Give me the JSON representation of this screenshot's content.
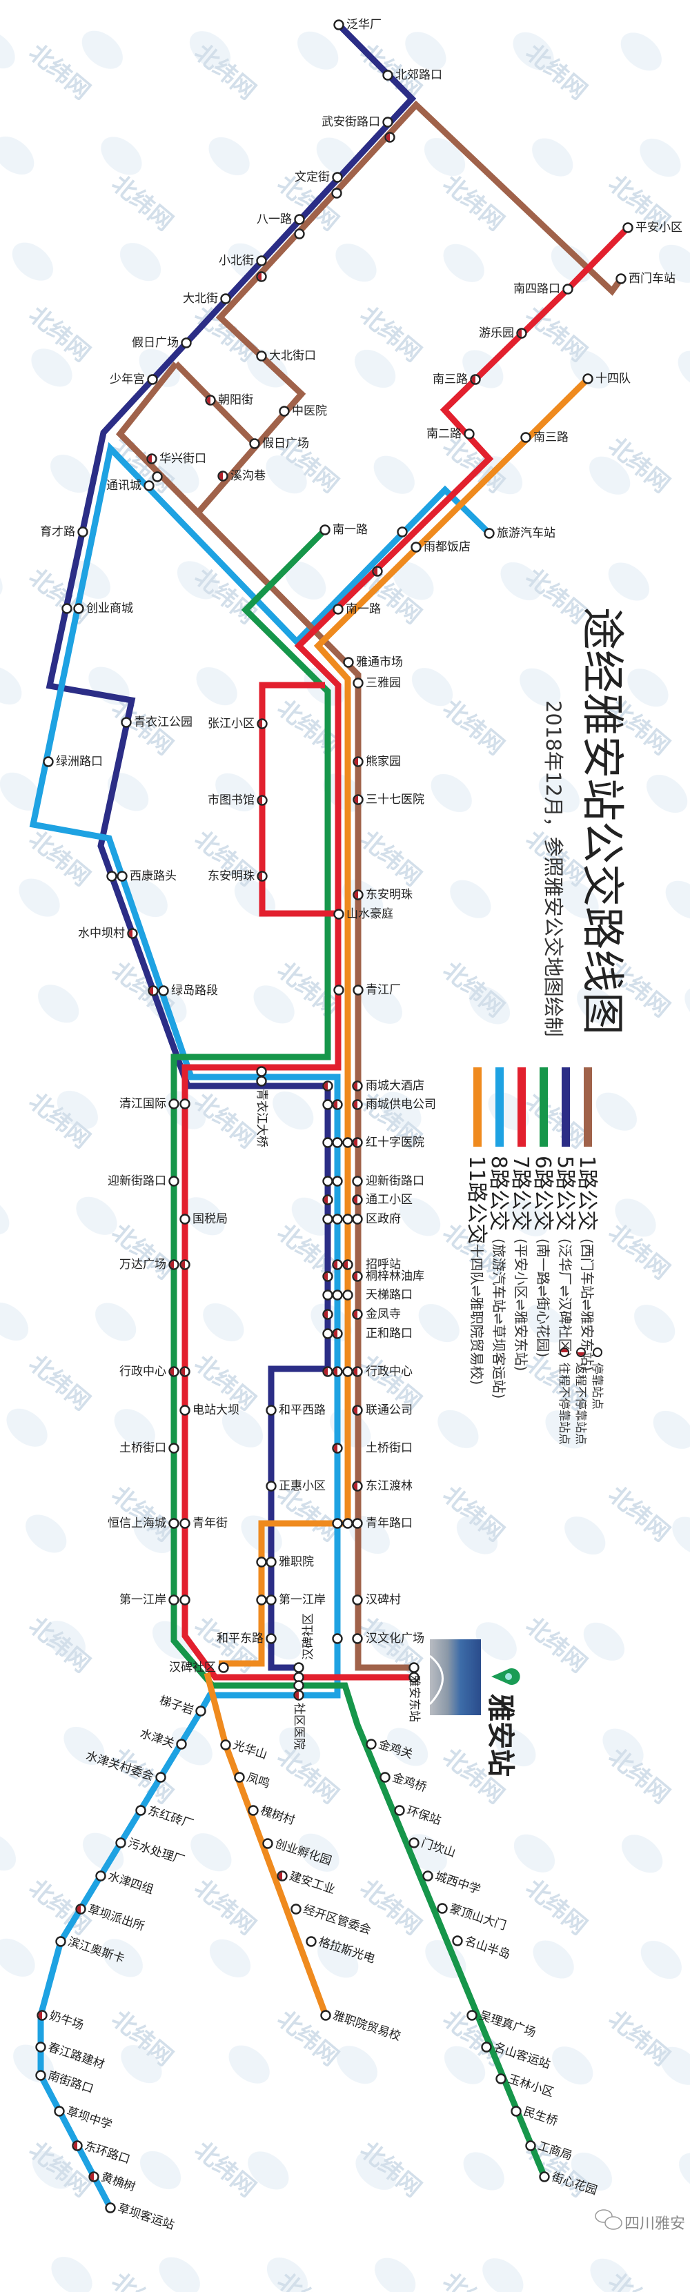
{
  "title": "途经雅安站公交路线图",
  "subtitle": "2018年12月，参照雅安公交地图绘制",
  "watermark": "北纬网",
  "logo_text": "四川雅安",
  "station_name": "雅安站",
  "routes": [
    {
      "label": "1路公交",
      "terminals": "(西门车站⇌雅安东站)",
      "color": "#a0624a"
    },
    {
      "label": "5路公交",
      "terminals": "(泛华厂⇌汉碑社区)",
      "color": "#2b2d86"
    },
    {
      "label": "6路公交",
      "terminals": "(南一路⇌街心花园)",
      "color": "#16964a"
    },
    {
      "label": "7路公交",
      "terminals": "(平安小区⇌雅安东站)",
      "color": "#e2202e"
    },
    {
      "label": "8路公交",
      "terminals": "(旅游汽车站⇌草坝客运站)",
      "color": "#1ea2e2"
    },
    {
      "label": "11路公交",
      "terminals": "(十四队⇌雅职院贸易校)",
      "color": "#ef8a1e"
    }
  ],
  "marker_legend": [
    {
      "label": "停靠站点",
      "marker": "stop"
    },
    {
      "label": "返程不停靠站点",
      "marker": "partial-return"
    },
    {
      "label": "往程不停靠站点",
      "marker": "partial-outbound"
    }
  ],
  "stations": [
    {
      "name": "泛华厂",
      "marker": "stop"
    },
    {
      "name": "北郊路口",
      "marker": "stop"
    },
    {
      "name": "武安街路口",
      "marker": "stop"
    },
    {
      "name": "文定街",
      "marker": "stop"
    },
    {
      "name": "八一路",
      "marker": "stop"
    },
    {
      "name": "小北街",
      "marker": "stop"
    },
    {
      "name": "大北街",
      "marker": "stop"
    },
    {
      "name": "假日广场",
      "marker": "stop"
    },
    {
      "name": "少年宫",
      "marker": "stop"
    },
    {
      "name": "大北街口",
      "marker": "stop"
    },
    {
      "name": "朝阳街",
      "marker": "partial"
    },
    {
      "name": "中医院",
      "marker": "stop"
    },
    {
      "name": "假日广场",
      "marker": "stop"
    },
    {
      "name": "华兴街口",
      "marker": "partial"
    },
    {
      "name": "溪沟巷",
      "marker": "partial"
    },
    {
      "name": "通讯城",
      "marker": "stop"
    },
    {
      "name": "平安小区",
      "marker": "stop"
    },
    {
      "name": "西门车站",
      "marker": "stop"
    },
    {
      "name": "南四路口",
      "marker": "stop"
    },
    {
      "name": "游乐园",
      "marker": "partial"
    },
    {
      "name": "南三路",
      "marker": "partial"
    },
    {
      "name": "南二路",
      "marker": "stop"
    },
    {
      "name": "十四队",
      "marker": "stop"
    },
    {
      "name": "南三路",
      "marker": "stop"
    },
    {
      "name": "旅游汽车站",
      "marker": "stop"
    },
    {
      "name": "雨都饭店",
      "marker": "stop"
    },
    {
      "name": "南一路",
      "marker": "stop"
    },
    {
      "name": "南一路",
      "marker": "stop"
    },
    {
      "name": "育才路",
      "marker": "stop"
    },
    {
      "name": "创业商城",
      "marker": "stop"
    },
    {
      "name": "青衣江公园",
      "marker": "stop"
    },
    {
      "name": "绿洲路口",
      "marker": "stop"
    },
    {
      "name": "西康路头",
      "marker": "stop"
    },
    {
      "name": "水中坝村",
      "marker": "partial"
    },
    {
      "name": "绿岛路段",
      "marker": "stop"
    },
    {
      "name": "雅通市场",
      "marker": "stop"
    },
    {
      "name": "三雅园",
      "marker": "stop"
    },
    {
      "name": "张江小区",
      "marker": "partial"
    },
    {
      "name": "市图书馆",
      "marker": "partial"
    },
    {
      "name": "东安明珠",
      "marker": "partial"
    },
    {
      "name": "熊家园",
      "marker": "partial"
    },
    {
      "name": "三十七医院",
      "marker": "partial"
    },
    {
      "name": "东安明珠",
      "marker": "partial"
    },
    {
      "name": "山水豪庭",
      "marker": "stop"
    },
    {
      "name": "青江厂",
      "marker": "stop"
    },
    {
      "name": "青衣江大桥",
      "marker": "stop"
    },
    {
      "name": "清江国际",
      "marker": "stop"
    },
    {
      "name": "迎新街路口",
      "marker": "stop"
    },
    {
      "name": "国税局",
      "marker": "stop"
    },
    {
      "name": "万达广场",
      "marker": "partial"
    },
    {
      "name": "雨城大酒店",
      "marker": "partial"
    },
    {
      "name": "雨城供电公司",
      "marker": "partial"
    },
    {
      "name": "红十字医院",
      "marker": "partial"
    },
    {
      "name": "迎新街路口",
      "marker": "stop"
    },
    {
      "name": "通工小区",
      "marker": "partial"
    },
    {
      "name": "区政府",
      "marker": "stop"
    },
    {
      "name": "招呼站",
      "marker": "partial"
    },
    {
      "name": "桐梓林油库",
      "marker": "partial"
    },
    {
      "name": "天梯路口",
      "marker": "stop"
    },
    {
      "name": "金凤寺",
      "marker": "partial"
    },
    {
      "name": "正和路口",
      "marker": "partial"
    },
    {
      "name": "行政中心",
      "marker": "partial"
    },
    {
      "name": "联通公司",
      "marker": "partial"
    },
    {
      "name": "土桥街口",
      "marker": "partial"
    },
    {
      "name": "东江渡林",
      "marker": "partial"
    },
    {
      "name": "青年路口",
      "marker": "stop"
    },
    {
      "name": "汉碑村",
      "marker": "stop"
    },
    {
      "name": "汉文化广场",
      "marker": "stop"
    },
    {
      "name": "行政中心",
      "marker": "partial"
    },
    {
      "name": "电站大坝",
      "marker": "stop"
    },
    {
      "name": "土桥街口",
      "marker": "stop"
    },
    {
      "name": "恒信上海城",
      "marker": "stop"
    },
    {
      "name": "青年街",
      "marker": "stop"
    },
    {
      "name": "第一江岸",
      "marker": "stop"
    },
    {
      "name": "和平西路",
      "marker": "stop"
    },
    {
      "name": "正惠小区",
      "marker": "stop"
    },
    {
      "name": "雅职院",
      "marker": "stop"
    },
    {
      "name": "第一江岸",
      "marker": "stop"
    },
    {
      "name": "和平东路",
      "marker": "stop"
    },
    {
      "name": "汉碑社区",
      "marker": "stop"
    },
    {
      "name": "汉碑社区",
      "marker": "stop"
    },
    {
      "name": "社区医院",
      "marker": "partial"
    },
    {
      "name": "雅安东站",
      "marker": "stop"
    },
    {
      "name": "梯子岩",
      "marker": "stop"
    },
    {
      "name": "水津关",
      "marker": "stop"
    },
    {
      "name": "水津关村委会",
      "marker": "stop"
    },
    {
      "name": "东红砖厂",
      "marker": "stop"
    },
    {
      "name": "污水处理厂",
      "marker": "stop"
    },
    {
      "name": "水津四组",
      "marker": "stop"
    },
    {
      "name": "草坝派出所",
      "marker": "partial"
    },
    {
      "name": "滨江奥斯卡",
      "marker": "stop"
    },
    {
      "name": "奶牛场",
      "marker": "partial"
    },
    {
      "name": "春江路建材",
      "marker": "stop"
    },
    {
      "name": "南街路口",
      "marker": "stop"
    },
    {
      "name": "草坝中学",
      "marker": "stop"
    },
    {
      "name": "东环路口",
      "marker": "partial"
    },
    {
      "name": "黄桷树",
      "marker": "partial"
    },
    {
      "name": "草坝客运站",
      "marker": "stop"
    },
    {
      "name": "光华山",
      "marker": "stop"
    },
    {
      "name": "凤鸣",
      "marker": "stop"
    },
    {
      "name": "槐树村",
      "marker": "stop"
    },
    {
      "name": "创业孵化园",
      "marker": "stop"
    },
    {
      "name": "建安工业",
      "marker": "partial"
    },
    {
      "name": "经开区管委会",
      "marker": "stop"
    },
    {
      "name": "格拉斯光电",
      "marker": "stop"
    },
    {
      "name": "雅职院贸易校",
      "marker": "stop"
    },
    {
      "name": "金鸡关",
      "marker": "stop"
    },
    {
      "name": "金鸡桥",
      "marker": "stop"
    },
    {
      "name": "环保站",
      "marker": "stop"
    },
    {
      "name": "门坎山",
      "marker": "stop"
    },
    {
      "name": "城西中学",
      "marker": "stop"
    },
    {
      "name": "蒙顶山大门",
      "marker": "stop"
    },
    {
      "name": "名山半岛",
      "marker": "stop"
    },
    {
      "name": "吴理真广场",
      "marker": "stop"
    },
    {
      "name": "名山客运站",
      "marker": "stop"
    },
    {
      "name": "玉林小区",
      "marker": "stop"
    },
    {
      "name": "民生桥",
      "marker": "stop"
    },
    {
      "name": "工商局",
      "marker": "stop"
    },
    {
      "name": "街心花园",
      "marker": "stop"
    }
  ]
}
